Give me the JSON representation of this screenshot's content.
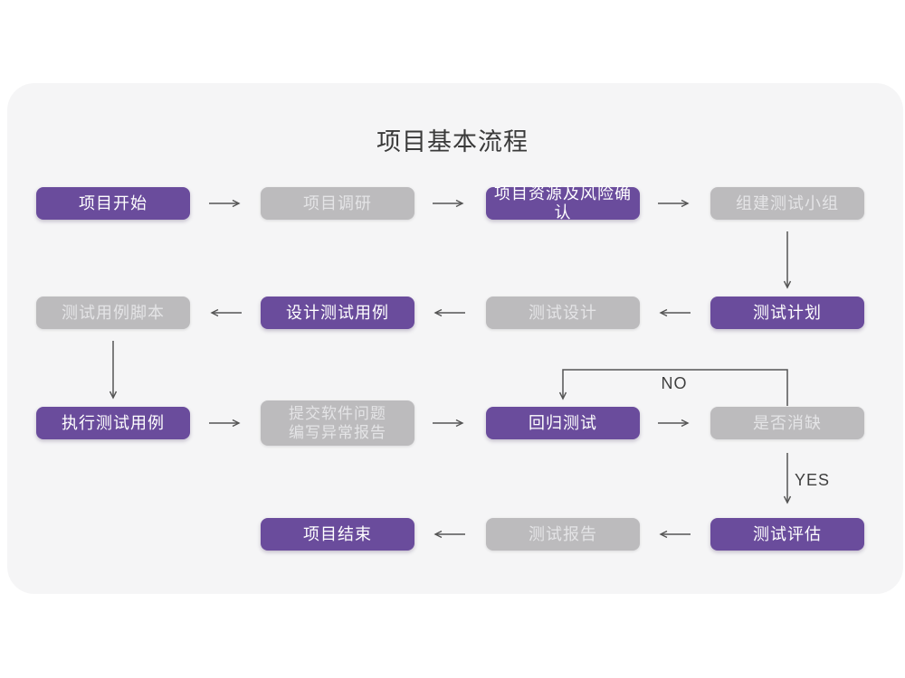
{
  "title": "项目基本流程",
  "colors": {
    "purple": "#6A4C9C",
    "gray": "#BCBBBD",
    "card_bg": "#F5F5F6",
    "page_bg": "#FFFFFF",
    "line": "#555555",
    "purple_text": "#FFFFFF",
    "gray_text": "#E4E4E6",
    "title_text": "#3A3A3A",
    "label_text": "#3F3F3F"
  },
  "nodes": [
    {
      "id": "project-start",
      "label": "项目开始",
      "variant": "purple"
    },
    {
      "id": "project-research",
      "label": "项目调研",
      "variant": "gray"
    },
    {
      "id": "resource-risk-confirm",
      "label": "项目资源及风险确认",
      "variant": "purple"
    },
    {
      "id": "build-test-team",
      "label": "组建测试小组",
      "variant": "gray"
    },
    {
      "id": "test-case-script",
      "label": "测试用例脚本",
      "variant": "gray"
    },
    {
      "id": "design-test-case",
      "label": "设计测试用例",
      "variant": "purple"
    },
    {
      "id": "test-design",
      "label": "测试设计",
      "variant": "gray"
    },
    {
      "id": "test-plan",
      "label": "测试计划",
      "variant": "purple"
    },
    {
      "id": "execute-test-case",
      "label": "执行测试用例",
      "variant": "purple"
    },
    {
      "id": "submit-issue-report",
      "label": "提交软件问题\n编写异常报告",
      "variant": "gray"
    },
    {
      "id": "regression-test",
      "label": "回归测试",
      "variant": "purple"
    },
    {
      "id": "defect-cleared",
      "label": "是否消缺",
      "variant": "gray"
    },
    {
      "id": "project-end",
      "label": "项目结束",
      "variant": "purple"
    },
    {
      "id": "test-report",
      "label": "测试报告",
      "variant": "gray"
    },
    {
      "id": "test-evaluation",
      "label": "测试评估",
      "variant": "purple"
    }
  ],
  "edge_labels": {
    "no": "NO",
    "yes": "YES"
  }
}
